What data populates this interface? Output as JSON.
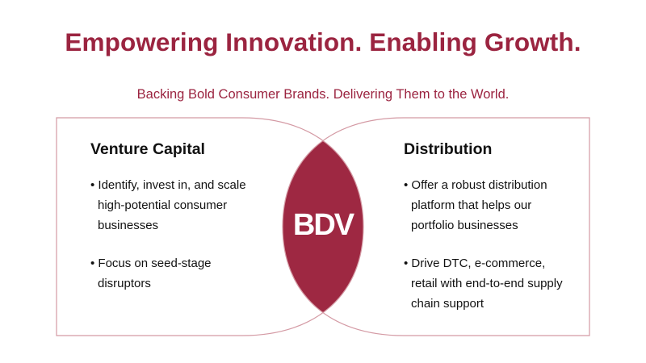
{
  "title": "Empowering Innovation. Enabling Growth.",
  "subtitle": "Backing Bold Consumer Brands. Delivering Them to the World.",
  "colors": {
    "accent": "#9e2842",
    "outline": "#d9a0a8"
  },
  "logo": "BDV",
  "left": {
    "heading": "Venture Capital",
    "bullets": [
      "Identify, invest in, and scale high-potential consumer businesses",
      "Focus on seed-stage disruptors"
    ]
  },
  "right": {
    "heading": "Distribution",
    "bullets": [
      "Offer a robust distribution platform that helps our portfolio businesses",
      "Drive DTC, e-commerce, retail with end-to-end supply chain support"
    ]
  }
}
